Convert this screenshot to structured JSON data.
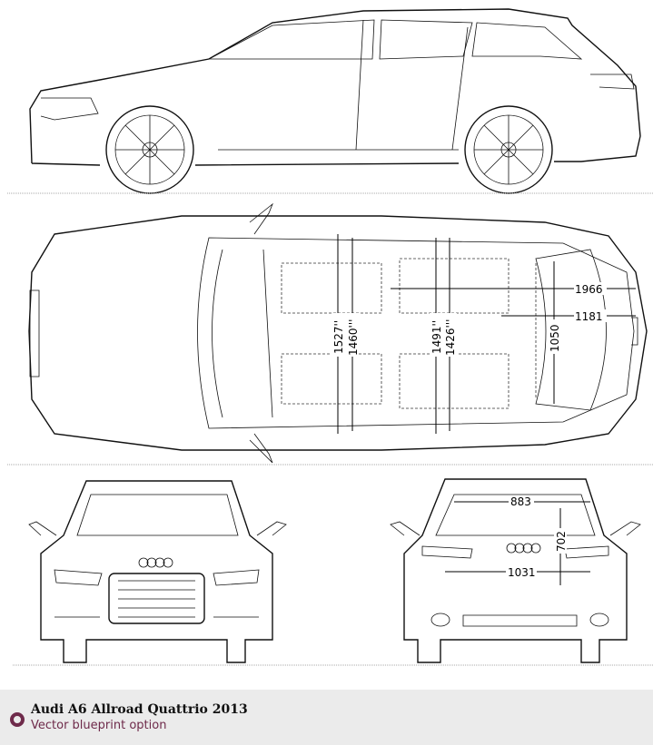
{
  "dimensions": {
    "d1966": "1966",
    "d1181": "1181",
    "d1050": "1050",
    "d1527": "1527''",
    "d1460": "1460'''",
    "d1491": "1491''",
    "d1426": "1426'''",
    "d883": "883",
    "d702": "702",
    "d1031": "1031"
  },
  "footer": {
    "title": "Audi A6 Allroad Quattrio 2013",
    "subtitle": "Vector blueprint option"
  },
  "colors": {
    "accent": "#6e2a4a",
    "footer_bg": "#ebebeb"
  }
}
